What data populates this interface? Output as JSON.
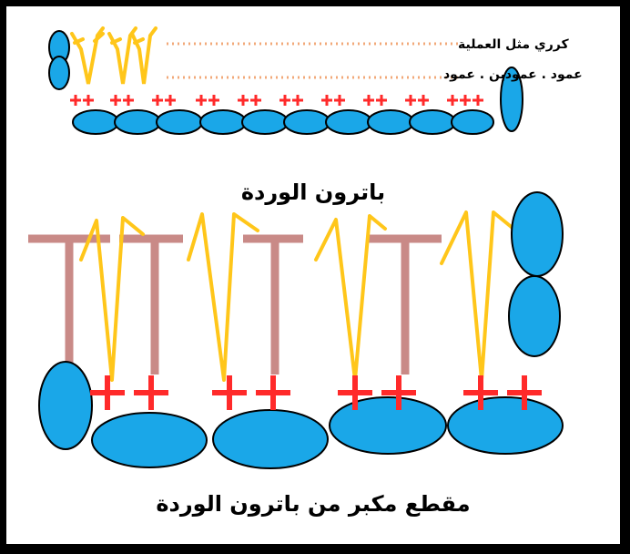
{
  "note_line_1": "كرري مثل العملية",
  "note_line_2": "عمود . عمودين . عمود",
  "title_small": "باترون الوردة",
  "title_large": "مقطع مكبر من باترون الوردة",
  "colors": {
    "blue": "#1aa7e8",
    "outline": "#000000",
    "yellow": "#ffc61a",
    "red": "#ff2a2a",
    "mauve": "#c98a87",
    "dots": "#f2a878"
  }
}
